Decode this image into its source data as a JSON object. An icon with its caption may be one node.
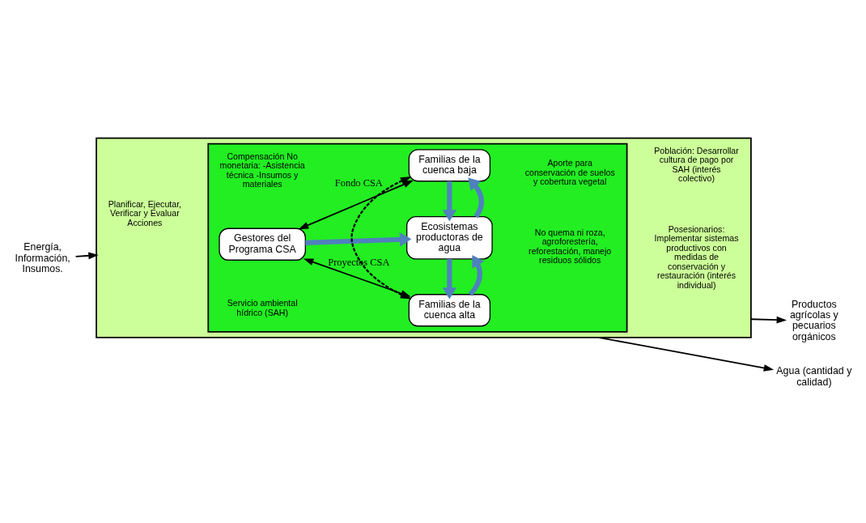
{
  "diagram": {
    "nodes": [
      {
        "text": [],
        "shape": "box"
      },
      {
        "text": [],
        "shape": "box",
        "in": 0
      },
      {
        "text": [
          "Familias de la cuenca alta"
        ],
        "in": 1
      },
      {
        "text": [
          "Gestores del Programa CSA"
        ],
        "in": 1
      },
      {
        "text": [
          "Ecosistemas productoras de agua"
        ],
        "in": 1
      },
      {
        "text": [
          "Familias de la cuenca baja"
        ],
        "in": 1
      },
      {
        "text": [
          "Energía, Información, Insumos."
        ]
      },
      {
        "text": [
          "Productos agrícolas y pecuarios orgánicos"
        ]
      },
      {
        "text": [
          "Agua (cantidad y calidad)"
        ]
      }
    ],
    "edges": [
      {
        "from": 3,
        "to": 2,
        "arrow": "both",
        "label": "Proyectos CSA"
      },
      {
        "from": 3,
        "to": 5,
        "arrow": "both",
        "label": "Fondo CSA"
      },
      {
        "from": 3,
        "to": 4,
        "arrow": "to",
        "style": "thick",
        "color": "#4f81bd"
      },
      {
        "from": 2,
        "to": 4,
        "arrow": "to",
        "style": "thick",
        "color": "#4f81bd"
      },
      {
        "from": 4,
        "to": 2,
        "arrow": "to",
        "style": "thick",
        "color": "#4f81bd"
      },
      {
        "from": 4,
        "to": 5,
        "arrow": "to",
        "style": "thick",
        "color": "#4f81bd"
      },
      {
        "from": 5,
        "to": 4,
        "arrow": "to",
        "style": "thick",
        "color": "#4f81bd"
      },
      {
        "from": 5,
        "to": 2,
        "arrow": "both",
        "style": "dashed"
      },
      {
        "from": 6,
        "to": 0,
        "arrow": "to"
      },
      {
        "from": 0,
        "to": 7,
        "arrow": "to"
      },
      {
        "from": 0,
        "to": 8,
        "arrow": "to"
      }
    ],
    "labels": [
      "Posesionarios: Implementar sistemas productivos con medidas de conservación y restauración (interés individual)",
      "Compensación No monetaria: -Asistencia técnica -Insumos y materiales",
      "No quema ni roza, agroforestería, reforestación, manejo residuos sólidos",
      "Planificar, Ejecutar, Verificar y Evaluar Acciones",
      "Servicio ambiental hídrico (SAH)",
      "Aporte para conservación de suelos y cobertura vegetal",
      "Población: Desarrollar cultura de pago por SAH (interés colectivo)"
    ]
  }
}
